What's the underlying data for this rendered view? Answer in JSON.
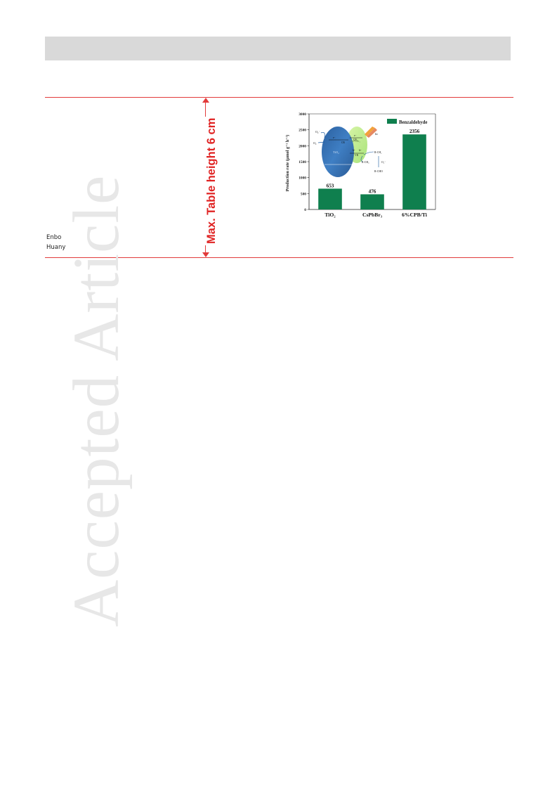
{
  "watermark": {
    "text": "Accepted Article"
  },
  "height_marker": {
    "label": "Max. Table height 6 cm"
  },
  "author_fragment": {
    "line1": "Enbo",
    "line2": "Huany"
  },
  "figure": {
    "bar_color": "#0f7f4e",
    "schematic": {
      "left_label": "TiO₂",
      "right_label": "CsPbBr₃",
      "o2_minus_left": "O₂⁻",
      "o2_left": "O₂",
      "e_left": "e⁻",
      "cb_left": "CB",
      "e_right": "e⁻",
      "cb_right": "CB",
      "hv": "hν",
      "h_plus_left": "h⁺",
      "h_plus_right": "h⁺",
      "vb_right": "VB",
      "r_ch2": "R-CH₂",
      "r_ch3": "R-CH₃",
      "o2_minus_right": "O₂⁻",
      "r_cho": "R-CHO"
    }
  },
  "chart_data": {
    "type": "bar",
    "categories": [
      "TiO₂",
      "CsPbBr₃",
      "6%CPB/Ti"
    ],
    "series": [
      {
        "name": "Benzaldehyde",
        "values": [
          653,
          476,
          2356
        ]
      }
    ],
    "data_labels": [
      "653",
      "476",
      "2356"
    ],
    "ylabel": "Production rate (µmol g⁻¹ h⁻¹)",
    "ylim": [
      0,
      3000
    ],
    "yticks": [
      0,
      500,
      1000,
      1500,
      2000,
      2500,
      3000
    ],
    "ytick_labels": [
      "0",
      "500",
      "1000",
      "1500",
      "2000",
      "2500",
      "3000"
    ],
    "grid": false,
    "legend": "top-right"
  }
}
